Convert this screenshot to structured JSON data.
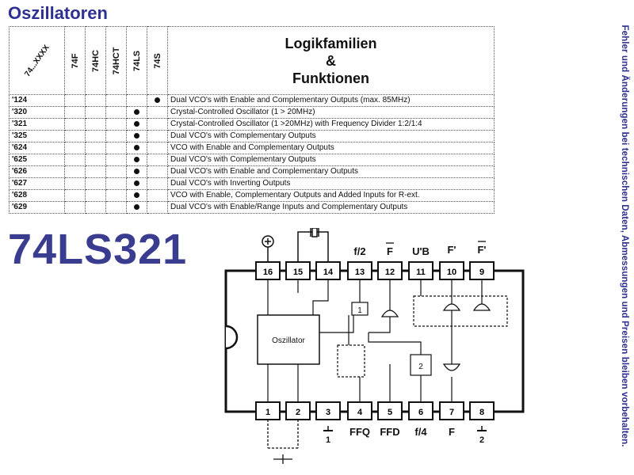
{
  "page": {
    "title": "Oszillatoren",
    "side_note": "Fehler und Änderungen bei technischen Daten, Abmessungen und Preisen bleiben vorbehalten."
  },
  "table": {
    "header": {
      "prefix": "74...XXXX",
      "families": [
        "74F",
        "74HC",
        "74HCT",
        "74LS",
        "74S"
      ],
      "title_lines": [
        "Logikfamilien",
        "&",
        "Funktionen"
      ]
    },
    "rows": [
      {
        "num": "'124",
        "marks": [
          false,
          false,
          false,
          false,
          true
        ],
        "desc": "Dual VCO's with Enable and Complementary Outputs (max. 85MHz)"
      },
      {
        "num": "'320",
        "marks": [
          false,
          false,
          false,
          true,
          false
        ],
        "desc": "Crystal-Controlled Oscillator (1 > 20MHz)"
      },
      {
        "num": "'321",
        "marks": [
          false,
          false,
          false,
          true,
          false
        ],
        "desc": "Crystal-Controlled Oscillator (1 >20MHz) with Frequency Divider 1:2/1:4"
      },
      {
        "num": "'325",
        "marks": [
          false,
          false,
          false,
          true,
          false
        ],
        "desc": "Dual VCO's with Complementary Outputs"
      },
      {
        "num": "'624",
        "marks": [
          false,
          false,
          false,
          true,
          false
        ],
        "desc": "VCO with Enable and Complementary Outputs"
      },
      {
        "num": "'625",
        "marks": [
          false,
          false,
          false,
          true,
          false
        ],
        "desc": "Dual VCO's with Complementary Outputs"
      },
      {
        "num": "'626",
        "marks": [
          false,
          false,
          false,
          true,
          false
        ],
        "desc": "Dual VCO's with Enable and Complementary Outputs"
      },
      {
        "num": "'627",
        "marks": [
          false,
          false,
          false,
          true,
          false
        ],
        "desc": "Dual VCO's with Inverting Outputs"
      },
      {
        "num": "'628",
        "marks": [
          false,
          false,
          false,
          true,
          false
        ],
        "desc": "VCO with Enable, Complementary Outputs and Added Inputs for R-ext."
      },
      {
        "num": "'629",
        "marks": [
          false,
          false,
          false,
          true,
          false
        ],
        "desc": "Dual VCO's with Enable/Range Inputs and Complementary Outputs"
      }
    ]
  },
  "chip": {
    "name": "74LS321",
    "top_pins": [
      "16",
      "15",
      "14",
      "13",
      "12",
      "11",
      "10",
      "9"
    ],
    "bottom_pins": [
      "1",
      "2",
      "3",
      "4",
      "5",
      "6",
      "7",
      "8"
    ],
    "top_labels": [
      "f/2",
      "F",
      "U'B",
      "F'",
      "F'"
    ],
    "bottom_labels": [
      "FFQ",
      "FFD",
      "f/4",
      "F"
    ],
    "oscillator_label": "Oszillator",
    "block_labels": [
      "1",
      "2"
    ],
    "ground_labels": [
      "1",
      "2"
    ]
  }
}
